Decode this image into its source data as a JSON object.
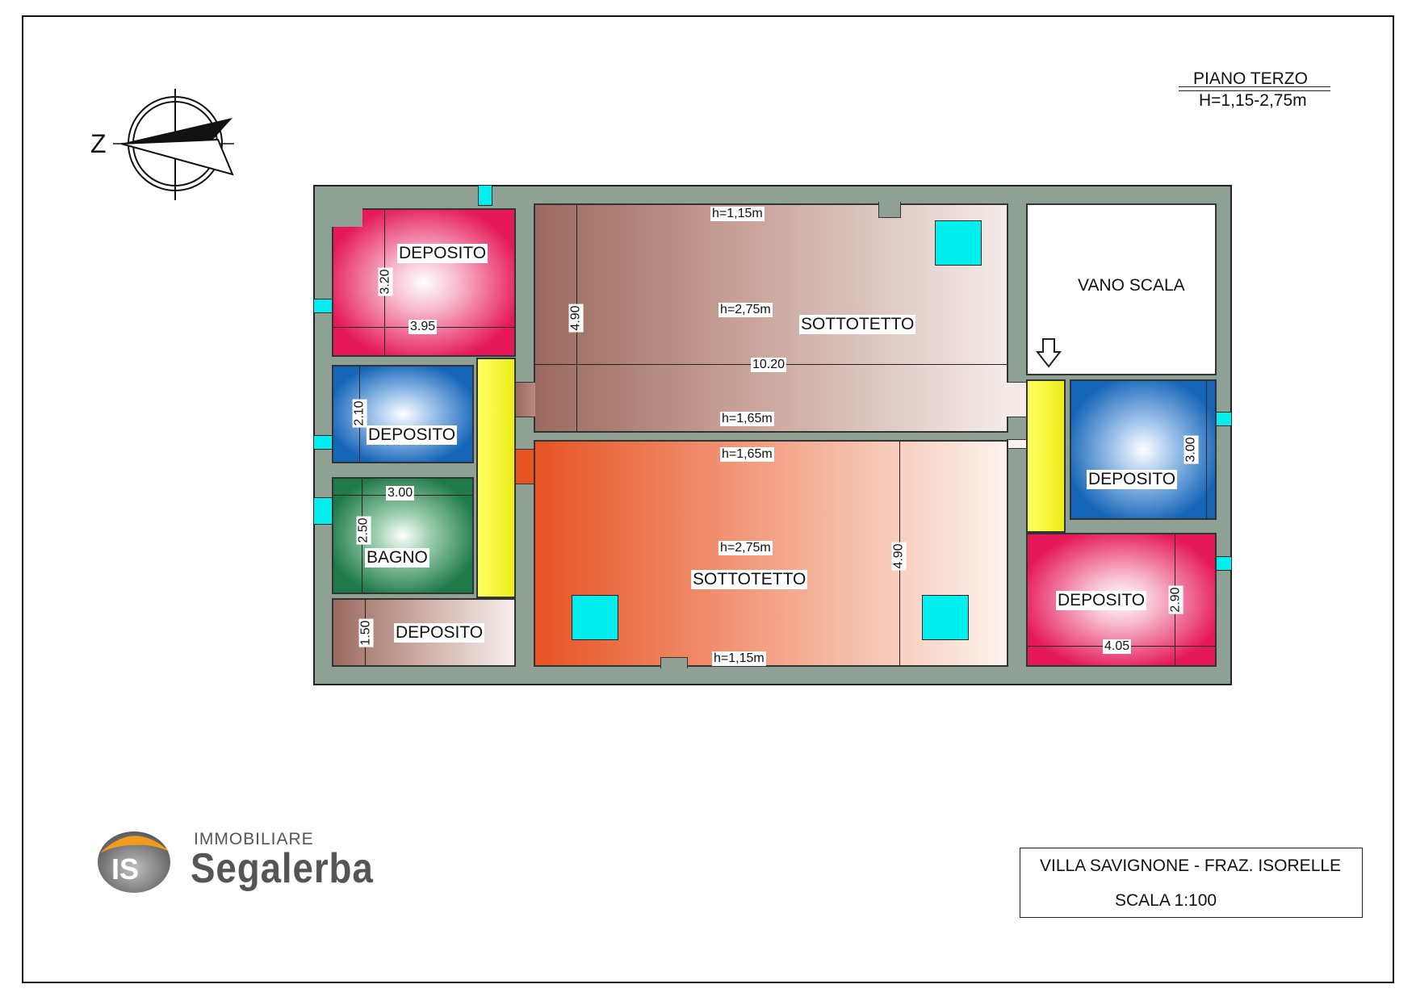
{
  "floor_title": {
    "name": "PIANO TERZO",
    "height_range": "H=1,15-2,75m"
  },
  "compass": {
    "north_letter": "Z",
    "icon": "north-arrow-icon"
  },
  "rooms": {
    "deposito_top_left": {
      "label": "DEPOSITO",
      "dim_w": "3.95",
      "dim_h": "3.20"
    },
    "deposito_blue_left": {
      "label": "DEPOSITO",
      "dim_h": "2.10"
    },
    "bagno": {
      "label": "BAGNO",
      "dim_w": "3.00",
      "dim_h": "2.50"
    },
    "deposito_bottom_left": {
      "label": "DEPOSITO",
      "dim_h": "1.50"
    },
    "sottotetto_top": {
      "label": "SOTTOTETTO",
      "h_top": "h=1,15m",
      "h_mid": "h=2,75m",
      "h_bottom": "h=1,65m",
      "dim_w": "10.20",
      "dim_h": "4.90"
    },
    "sottotetto_bottom": {
      "label": "SOTTOTETTO",
      "h_top": "h=1,65m",
      "h_mid": "h=2,75m",
      "h_bottom": "h=1,15m",
      "dim_h": "4.90"
    },
    "vano_scala": {
      "label": "VANO SCALA"
    },
    "deposito_blue_right": {
      "label": "DEPOSITO",
      "dim_h": "3.00"
    },
    "deposito_pink_right": {
      "label": "DEPOSITO",
      "dim_w": "4.05",
      "dim_h": "2.90"
    }
  },
  "info_box": {
    "location": "VILLA SAVIGNONE - FRAZ. ISORELLE",
    "scale": "SCALA 1:100"
  },
  "brand": {
    "line1": "IMMOBILIARE",
    "line2": "Segalerba",
    "logo_letters": "IS"
  },
  "colors": {
    "wall": "#8fa095",
    "deposito_pink": "#e5195a",
    "deposito_blue": "#1565b8",
    "bagno_green": "#1f7a4a",
    "sottotetto_top": "#9b6a5e",
    "sottotetto_bottom": "#e85324",
    "window": "#00eeee",
    "stair": "#f2f22a"
  }
}
